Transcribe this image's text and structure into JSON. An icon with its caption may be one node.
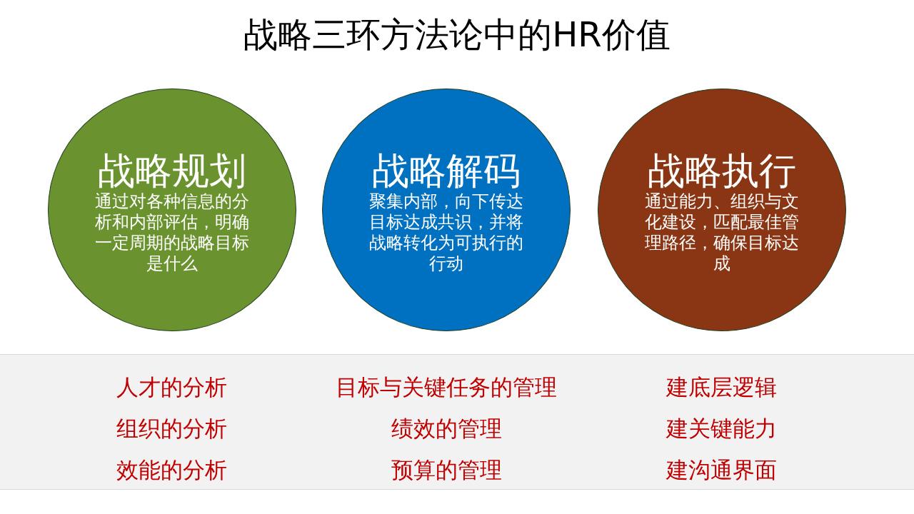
{
  "diagram": {
    "title": "战略三环方法论中的HR价值",
    "nodes": [
      {
        "text": [
          "战略规划",
          "通过对各种信息的分析和内部评估，明确一定周期的战略目标是什么"
        ]
      },
      {
        "text": [
          "战略解码",
          "聚集内部，向下传达目标达成共识，并将战略转化为可执行的行动"
        ]
      },
      {
        "text": [
          "战略执行",
          "通过能力、组织与文化建设，匹配最佳管理路径，确保目标达成"
        ]
      },
      {
        "text": [
          "人才的分析",
          "目标与关键任务的管理",
          "建底层逻辑",
          "组织的分析",
          "绩效的管理",
          "建关键能力",
          "效能的分析",
          "预算的管理",
          "建沟通界面"
        ]
      }
    ]
  }
}
